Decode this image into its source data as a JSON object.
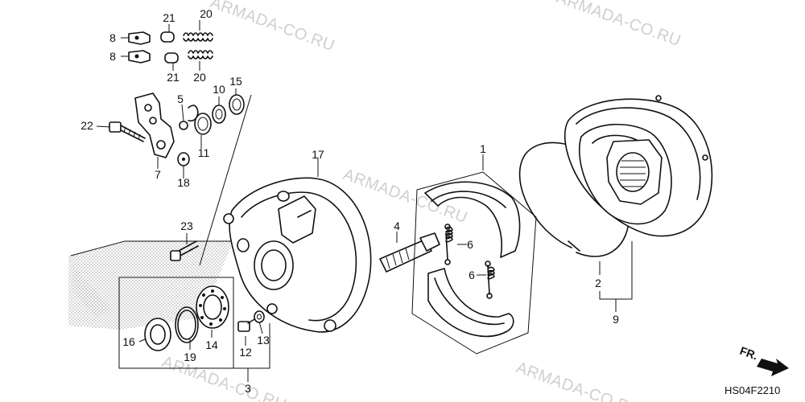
{
  "watermark": {
    "text": "ARMADA-CO.RU"
  },
  "diagram_code": "HS04F2210",
  "direction_label": "FR.",
  "part_labels": {
    "p1": "1",
    "p2": "2",
    "p3": "3",
    "p4": "4",
    "p5": "5",
    "p6a": "6",
    "p6b": "6",
    "p7": "7",
    "p8a": "8",
    "p8b": "8",
    "p9": "9",
    "p10": "10",
    "p11": "11",
    "p12": "12",
    "p13": "13",
    "p14": "14",
    "p15": "15",
    "p16": "16",
    "p17": "17",
    "p18": "18",
    "p19": "19",
    "p20a": "20",
    "p20b": "20",
    "p21a": "21",
    "p21b": "21",
    "p22": "22",
    "p23": "23"
  }
}
